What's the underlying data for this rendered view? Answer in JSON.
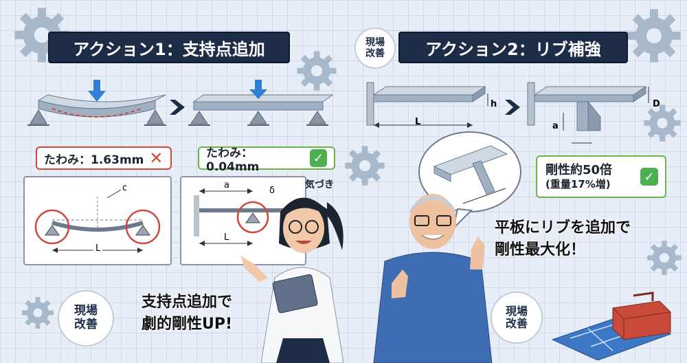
{
  "action1": {
    "title": "アクション1：支持点追加",
    "before_callout": "たわみ：1.63mm",
    "after_callout": "たわみ：0.04mm",
    "diagram_labels": {
      "c": "c",
      "L1": "L",
      "a": "a",
      "delta": "δ",
      "L2": "L"
    },
    "kizuki": "気づき",
    "caption_line1": "支持点追加で",
    "caption_line2": "劇的剛性UP!"
  },
  "action2": {
    "title": "アクション2：リブ補強",
    "labels": {
      "h": "h",
      "L": "L",
      "D": "D",
      "a": "a"
    },
    "result_line1": "剛性約50倍",
    "result_line2": "(重量17%増)",
    "caption_line1": "平板にリブを追加で",
    "caption_line2": "剛性最大化！"
  },
  "badges": {
    "top": [
      "現場",
      "改善"
    ],
    "left": [
      "現場",
      "改善"
    ],
    "right": [
      "現場",
      "改善"
    ]
  },
  "icons": {
    "bad": "x-mark-icon",
    "good": "check-icon",
    "arrow": "right-arrow-icon",
    "load": "down-arrow-icon"
  },
  "colors": {
    "banner": "#1d2d47",
    "bad": "#d0473d",
    "good": "#4caf50",
    "load_arrow": "#2f7fd6",
    "gear": "#9fb1c6"
  }
}
